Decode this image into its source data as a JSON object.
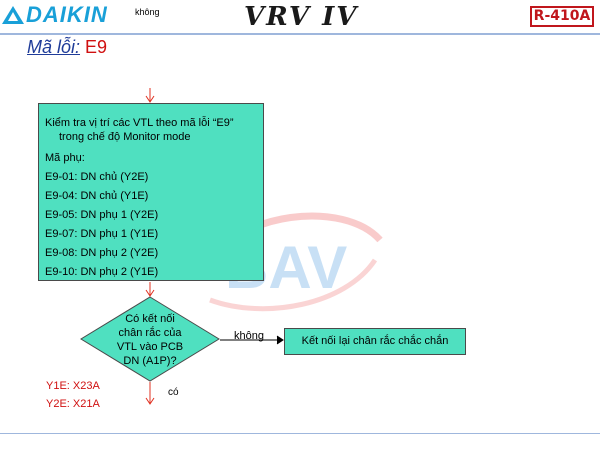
{
  "header": {
    "brand": "DAIKIN",
    "khong_top": "không",
    "product": "VRV IV",
    "refrigerant": "R-410A"
  },
  "error": {
    "label": "Mã lỗi:",
    "code": "E9"
  },
  "watermark": {
    "text": "BAV"
  },
  "box": {
    "line1": "Kiểm tra vị trí các VTL theo mã lỗi “E9”",
    "line2": "trong chế độ Monitor mode",
    "sub_label": "Mã phụ:",
    "items": [
      "E9-01: DN chủ (Y2E)",
      "E9-04: DN chủ (Y1E)",
      "E9-05: DN phụ 1 (Y2E)",
      "E9-07: DN phụ 1 (Y1E)",
      "E9-08: DN phụ 2 (Y2E)",
      "E9-10: DN phụ 2 (Y1E)"
    ]
  },
  "decision": {
    "line1": "Có kết nối",
    "line2": "chân rắc của",
    "line3": "VTL vào PCB",
    "line4": "DN (A1P)?"
  },
  "branch": {
    "no": "không",
    "yes": "có"
  },
  "result": "Kết nối lại chân rắc chắc chắn",
  "connectors": {
    "y1e": "Y1E: X23A",
    "y2e": "Y2E: X21A"
  },
  "colors": {
    "box_fill": "#4fe0c0",
    "accent_blue": "#1f3c99",
    "error_red": "#d01010",
    "brand_blue": "#19a0d8",
    "arrow_red": "#e03020"
  }
}
